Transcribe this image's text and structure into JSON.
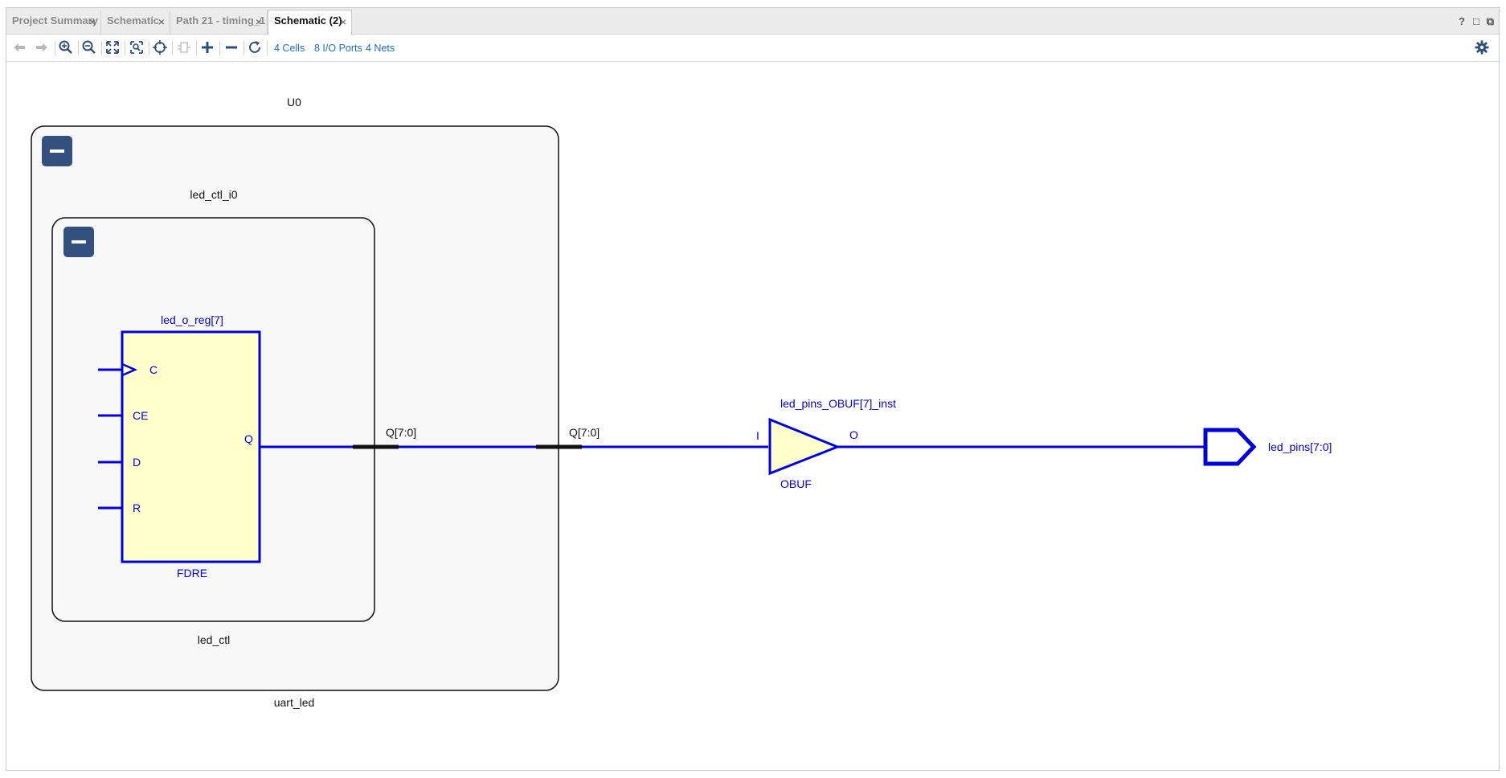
{
  "tabs": [
    {
      "label": "Project Summary",
      "active": false
    },
    {
      "label": "Schematic",
      "active": false
    },
    {
      "label": "Path 21 - timing_1",
      "active": false
    },
    {
      "label": "Schematic (2)",
      "active": true
    }
  ],
  "tab_close_glyph": "×",
  "window_controls": {
    "help": "?",
    "restore": "□",
    "float": "⧉"
  },
  "toolbar": {
    "cells_link": "4 Cells",
    "ports_link": "8 I/O Ports",
    "nets_link": "4 Nets"
  },
  "schematic": {
    "outer_instance": "U0",
    "outer_module": "uart_led",
    "inner_instance": "led_ctl_i0",
    "inner_module": "led_ctl",
    "collapse_glyph": "−",
    "register": {
      "instance": "led_o_reg[7]",
      "type": "FDRE",
      "pins": {
        "c": "C",
        "ce": "CE",
        "d": "D",
        "r": "R",
        "q": "Q"
      }
    },
    "bus_label_inner": "Q[7:0]",
    "bus_label_outer": "Q[7:0]",
    "buffer": {
      "instance": "led_pins_OBUF[7]_inst",
      "type": "OBUF",
      "pin_in": "I",
      "pin_out": "O"
    },
    "output_port": "led_pins[7:0]"
  },
  "colors": {
    "net_blue": "#0000dd",
    "cell_fill": "#ffffcc",
    "hier_fill": "#f8f8f8",
    "collapse_btn": "#33507e",
    "link_blue": "#1a6fc9"
  }
}
